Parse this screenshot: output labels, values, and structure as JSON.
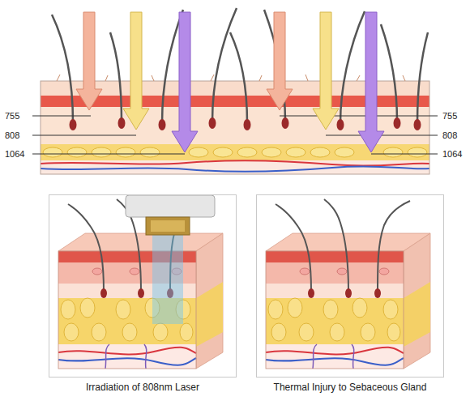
{
  "diagram": {
    "nodes": [
      {
        "text": [
          "Irradiation of 808nm Laser"
        ]
      },
      {
        "text": [
          "Thermal Injury to Sebaceous Gland"
        ]
      }
    ],
    "labels": [
      "755",
      "808",
      "1064",
      "755",
      "808",
      "1064"
    ]
  }
}
